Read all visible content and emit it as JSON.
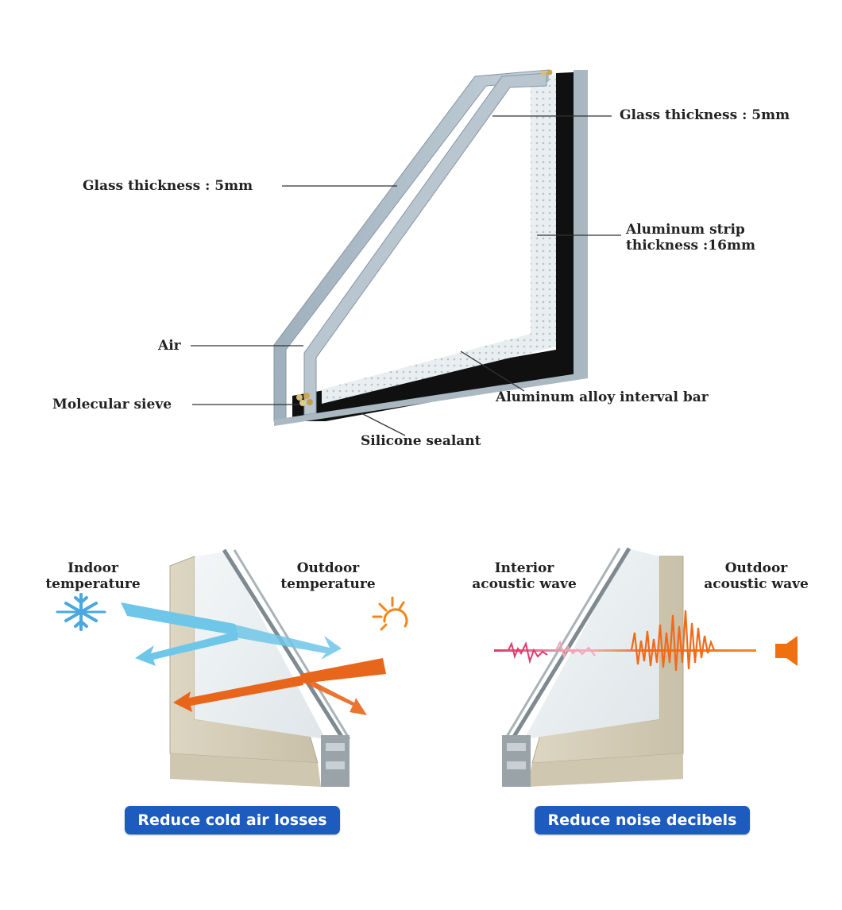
{
  "section1": {
    "labels": {
      "glass_thickness_right": "Glass thickness : 5mm",
      "glass_thickness_left": "Glass thickness : 5mm",
      "aluminum_strip_line1": "Aluminum strip",
      "aluminum_strip_line2": "thickness :16mm",
      "air": "Air",
      "molecular_sieve": "Molecular sieve",
      "interval_bar": "Aluminum alloy interval bar",
      "silicone_sealant": "Silicone sealant"
    }
  },
  "section2": {
    "left_panel": {
      "indoor_line1": "Indoor",
      "indoor_line2": "temperature",
      "outdoor_line1": "Outdoor",
      "outdoor_line2": "temperature",
      "button": "Reduce cold air losses"
    },
    "right_panel": {
      "interior_line1": "Interior",
      "interior_line2": "acoustic wave",
      "outdoor_line1": "Outdoor",
      "outdoor_line2": "acoustic wave",
      "button": "Reduce noise decibels"
    }
  },
  "icons": [
    "snowflake-icon",
    "sun-icon",
    "speaker-icon"
  ],
  "colors": {
    "button_blue": "#1d5bbf",
    "cold_arrow": "#6ec6e8",
    "warm_arrow": "#e8661c",
    "interior_wave": "#e23a6a",
    "outdoor_wave": "#f06a1a"
  }
}
